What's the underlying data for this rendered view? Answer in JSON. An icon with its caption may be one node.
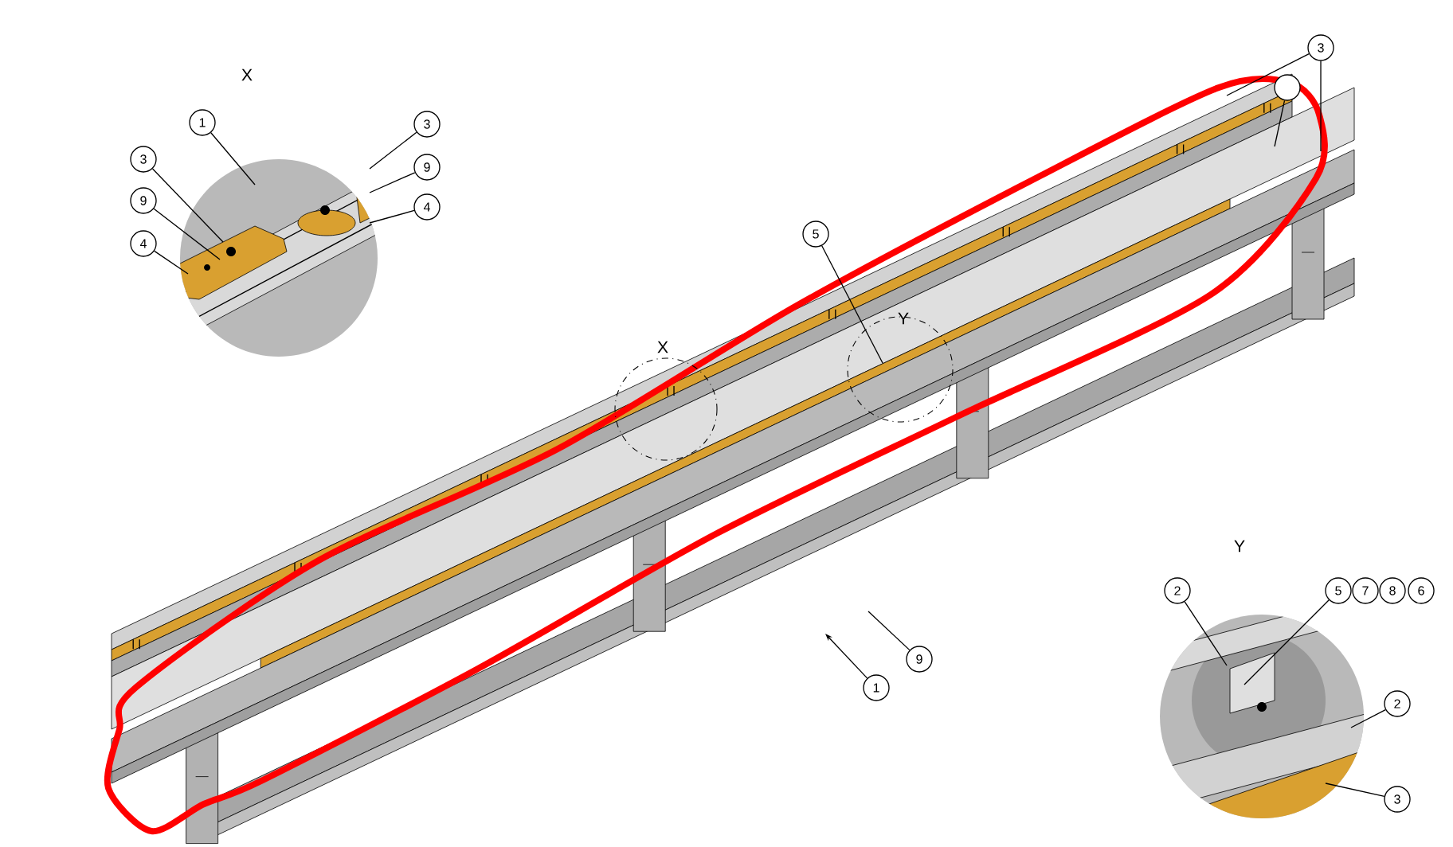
{
  "diagram": {
    "nodes": [
      {
        "text": [
          "1"
        ]
      },
      {
        "text": [
          "3"
        ]
      },
      {
        "text": [
          "3"
        ]
      },
      {
        "text": [
          "9"
        ]
      },
      {
        "text": [
          "9"
        ]
      },
      {
        "text": [
          "4"
        ]
      },
      {
        "text": [
          "4"
        ]
      },
      {
        "text": [
          "3"
        ]
      },
      {
        "text": [],
        "shape": "circle"
      },
      {
        "text": [
          "5"
        ]
      },
      {
        "text": [
          "9"
        ]
      },
      {
        "text": [
          "1"
        ]
      },
      {
        "text": [
          "2"
        ]
      },
      {
        "text": [
          "5"
        ]
      },
      {
        "text": [
          "7"
        ]
      },
      {
        "text": [
          "8"
        ]
      },
      {
        "text": [
          "6"
        ]
      },
      {
        "text": [
          "2"
        ]
      },
      {
        "text": [
          "3"
        ]
      }
    ],
    "edges": [
      {
        "from": 0,
        "to": null,
        "arrow": "none"
      },
      {
        "from": 1,
        "to": null,
        "arrow": "none"
      },
      {
        "from": 2,
        "to": null,
        "arrow": "none"
      },
      {
        "from": 3,
        "to": null,
        "arrow": "none"
      },
      {
        "from": 4,
        "to": null,
        "arrow": "none"
      },
      {
        "from": 5,
        "to": null,
        "arrow": "none"
      },
      {
        "from": 6,
        "to": null,
        "arrow": "none"
      },
      {
        "from": 7,
        "to": null,
        "arrow": "none"
      },
      {
        "from": 7,
        "to": null,
        "arrow": "none"
      },
      {
        "from": 8,
        "to": null,
        "arrow": "none"
      },
      {
        "from": 9,
        "to": null,
        "arrow": "none"
      },
      {
        "from": 10,
        "to": null,
        "arrow": "none"
      },
      {
        "from": 11,
        "to": null,
        "arrow": "to"
      },
      {
        "from": 12,
        "to": null,
        "arrow": "none"
      },
      {
        "from": 13,
        "to": null,
        "arrow": "none"
      },
      {
        "from": 17,
        "to": null,
        "arrow": "none"
      },
      {
        "from": 18,
        "to": null,
        "arrow": "none"
      }
    ],
    "labels": [
      "X",
      "X",
      "Y",
      "Y"
    ]
  }
}
